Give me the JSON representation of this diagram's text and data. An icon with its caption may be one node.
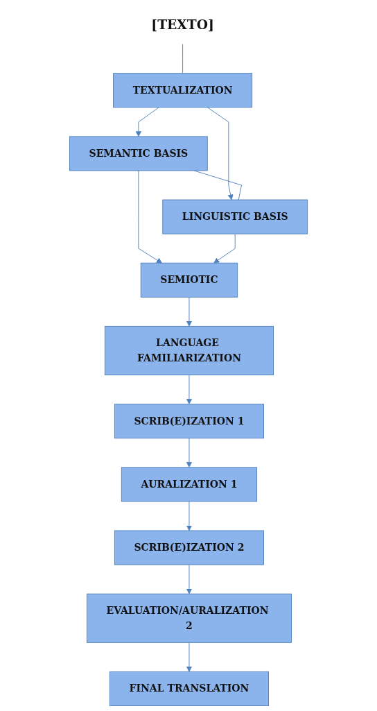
{
  "diagram": {
    "nodes": [
      {
        "text": [
          "[TEXTO]"
        ]
      },
      {
        "text": [
          "TEXTUALIZATION"
        ]
      },
      {
        "text": [
          "SEMANTIC BASIS"
        ]
      },
      {
        "text": [
          "LINGUISTIC BASIS"
        ]
      },
      {
        "text": [
          "SEMIOTIC"
        ]
      },
      {
        "text": [
          "LANGUAGE FAMILIARIZATION"
        ]
      },
      {
        "text": [
          "SCRIB(E)IZATION 1"
        ]
      },
      {
        "text": [
          "AURALIZATION 1"
        ]
      },
      {
        "text": [
          "SCRIB(E)IZATION 2"
        ]
      },
      {
        "text": [
          "EVALUATION/AURALIZATION 2"
        ]
      },
      {
        "text": [
          "FINAL TRANSLATION"
        ]
      }
    ],
    "edges": [
      {
        "from": 0,
        "to": 1,
        "arrow": "none"
      },
      {
        "from": 1,
        "to": 2,
        "arrow": "to"
      },
      {
        "from": 1,
        "to": 3,
        "arrow": "to"
      },
      {
        "from": 2,
        "to": 3,
        "arrow": "none"
      },
      {
        "from": 2,
        "to": 4,
        "arrow": "to"
      },
      {
        "from": 3,
        "to": 4,
        "arrow": "to"
      },
      {
        "from": 4,
        "to": 5,
        "arrow": "to"
      },
      {
        "from": 5,
        "to": 6,
        "arrow": "to"
      },
      {
        "from": 6,
        "to": 7,
        "arrow": "to"
      },
      {
        "from": 7,
        "to": 8,
        "arrow": "to"
      },
      {
        "from": 8,
        "to": 9,
        "arrow": "to"
      },
      {
        "from": 9,
        "to": 10,
        "arrow": "to"
      }
    ]
  }
}
